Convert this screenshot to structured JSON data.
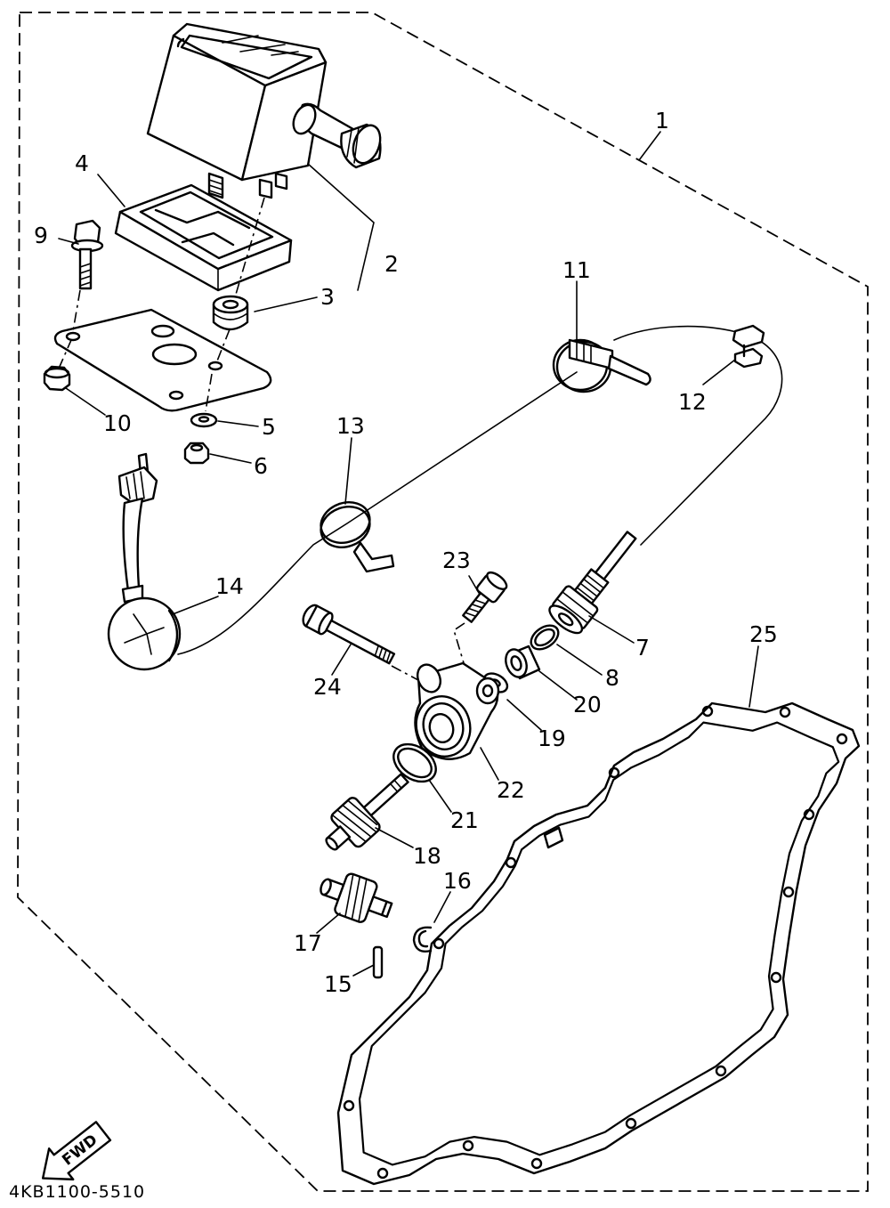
{
  "diagram": {
    "callouts": [
      "1",
      "2",
      "3",
      "4",
      "5",
      "6",
      "7",
      "8",
      "9",
      "10",
      "11",
      "12",
      "13",
      "14",
      "15",
      "16",
      "17",
      "18",
      "19",
      "20",
      "21",
      "22",
      "23",
      "24",
      "25"
    ],
    "fwd_label": "FWD",
    "part_code": "4KB1100-5510"
  }
}
